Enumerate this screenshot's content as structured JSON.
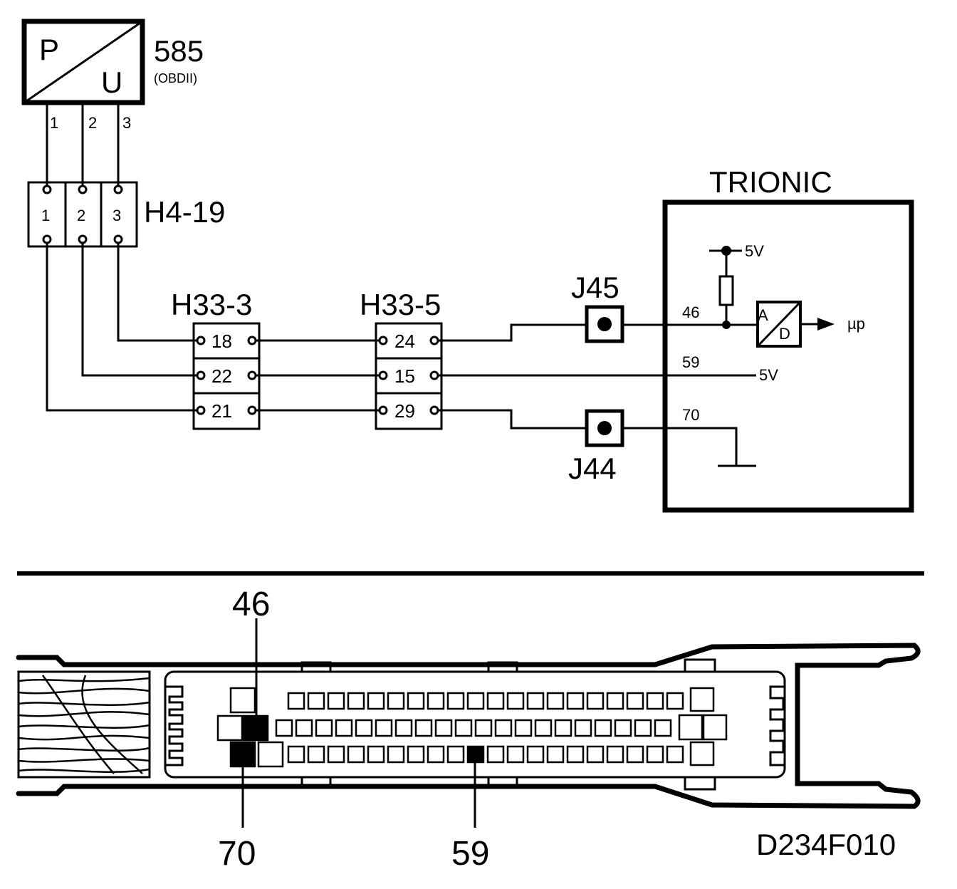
{
  "sensor": {
    "id": "585",
    "note": "(OBDII)",
    "symbol_top": "P",
    "symbol_bottom": "U",
    "pins": [
      "1",
      "2",
      "3"
    ]
  },
  "connector_h4": {
    "id": "H4-19",
    "pins": [
      "1",
      "2",
      "3"
    ]
  },
  "connector_h33_3": {
    "id": "H33-3",
    "pins": [
      "18",
      "22",
      "21"
    ]
  },
  "connector_h33_5": {
    "id": "H33-5",
    "pins": [
      "24",
      "15",
      "29"
    ]
  },
  "test_points": {
    "j45": "J45",
    "j44": "J44"
  },
  "trionic": {
    "title": "TRIONIC",
    "pin_46": "46",
    "pin_59": "59",
    "pin_70": "70",
    "supply_top": "5V",
    "supply_59": "5V",
    "ad_a": "A",
    "ad_d": "D",
    "output": "µp"
  },
  "ecu_connector": {
    "callout_top": "46",
    "callout_left": "70",
    "callout_mid": "59"
  },
  "figure_code": "D234F010"
}
